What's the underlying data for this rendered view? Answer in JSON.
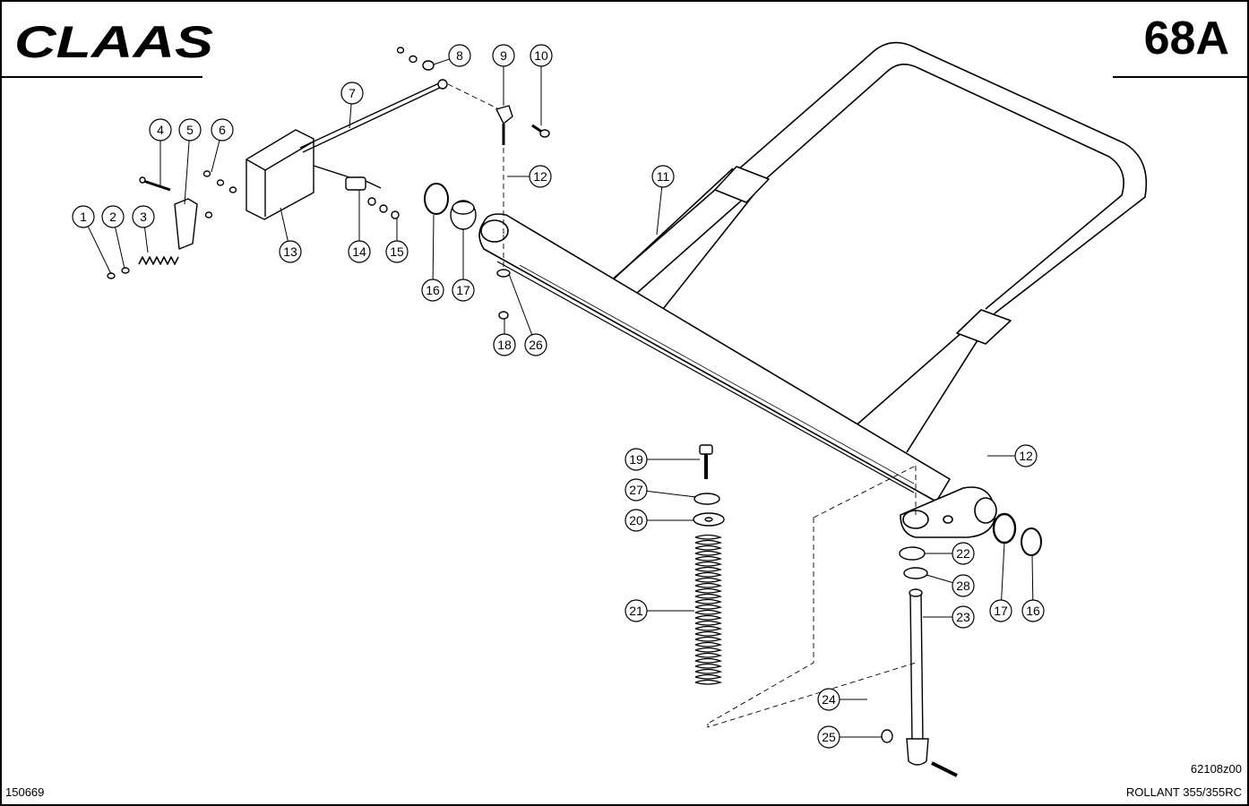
{
  "header": {
    "brand": "CLAAS",
    "page_number": "68A"
  },
  "footer": {
    "sheet_id": "150669",
    "drawing_id": "62108z00",
    "model": "ROLLANT 355/355RC"
  },
  "callouts": [
    {
      "id": "c1",
      "label": "1"
    },
    {
      "id": "c2",
      "label": "2"
    },
    {
      "id": "c3",
      "label": "3"
    },
    {
      "id": "c4",
      "label": "4"
    },
    {
      "id": "c5",
      "label": "5"
    },
    {
      "id": "c6",
      "label": "6"
    },
    {
      "id": "c7",
      "label": "7"
    },
    {
      "id": "c8",
      "label": "8"
    },
    {
      "id": "c9",
      "label": "9"
    },
    {
      "id": "c10",
      "label": "10"
    },
    {
      "id": "c11",
      "label": "11"
    },
    {
      "id": "c12a",
      "label": "12"
    },
    {
      "id": "c13",
      "label": "13"
    },
    {
      "id": "c14",
      "label": "14"
    },
    {
      "id": "c15",
      "label": "15"
    },
    {
      "id": "c16a",
      "label": "16"
    },
    {
      "id": "c17a",
      "label": "17"
    },
    {
      "id": "c18",
      "label": "18"
    },
    {
      "id": "c26",
      "label": "26"
    },
    {
      "id": "c19",
      "label": "19"
    },
    {
      "id": "c27",
      "label": "27"
    },
    {
      "id": "c20",
      "label": "20"
    },
    {
      "id": "c21",
      "label": "21"
    },
    {
      "id": "c12b",
      "label": "12"
    },
    {
      "id": "c22",
      "label": "22"
    },
    {
      "id": "c28",
      "label": "28"
    },
    {
      "id": "c23",
      "label": "23"
    },
    {
      "id": "c17b",
      "label": "17"
    },
    {
      "id": "c16b",
      "label": "16"
    },
    {
      "id": "c24",
      "label": "24"
    },
    {
      "id": "c25",
      "label": "25"
    }
  ]
}
